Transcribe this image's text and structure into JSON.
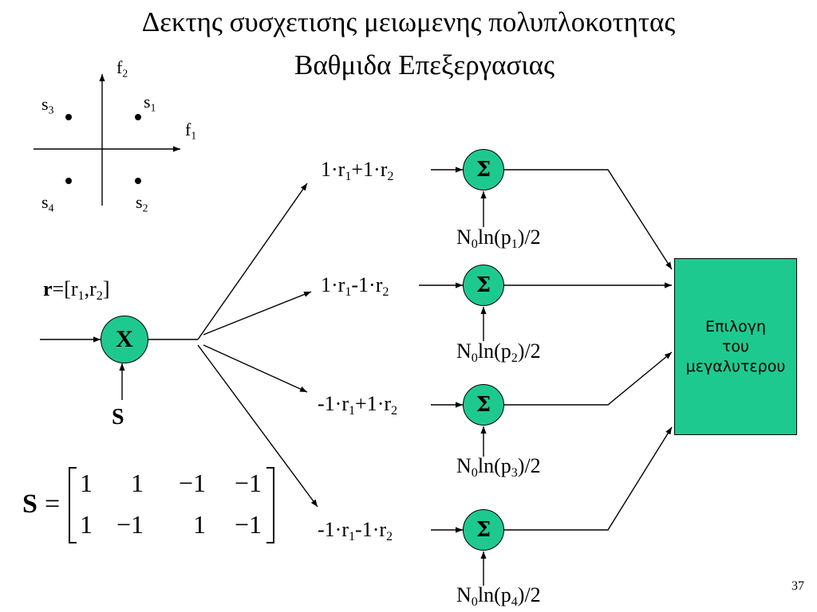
{
  "title": {
    "line1": "Δεκτης συσχετισης μειωμενης πολυπλοκοτητας",
    "line2": "Βαθμιδα Επεξεργασιας"
  },
  "constellation": {
    "f": "f",
    "axis1_sub": "1",
    "axis2_sub": "2",
    "s": "s",
    "s1_sub": "1",
    "s2_sub": "2",
    "s3_sub": "3",
    "s4_sub": "4"
  },
  "input": {
    "r_bold": "r",
    "eq_open": "=[r",
    "sub1": "1",
    "comma_r": ",r",
    "sub2": "2",
    "close": "]"
  },
  "multiplier": {
    "symbol": "X",
    "signal": "S"
  },
  "branches": [
    {
      "c1": "1·r",
      "op": "+1·r"
    },
    {
      "c1": "1·r",
      "op": "-1·r"
    },
    {
      "c1": "-1·r",
      "op": "+1·r"
    },
    {
      "c1": "-1·r",
      "op": "-1·r"
    }
  ],
  "sub_r1": "1",
  "sub_r2": "2",
  "summer_symbol": "Σ",
  "bias": {
    "n": "N",
    "n_sub": "0",
    "ln": "ln(p",
    "close": ")/2",
    "indices": [
      "1",
      "2",
      "3",
      "4"
    ]
  },
  "decision": {
    "line1": "Επιλογη",
    "line2": "του",
    "line3": "μεγαλυτερου"
  },
  "matrix": {
    "label": "S",
    "equals": "=",
    "rows": [
      [
        "1",
        "1",
        "−1",
        "−1"
      ],
      [
        "1",
        "−1",
        "1",
        "−1"
      ]
    ]
  },
  "page_number": "37"
}
